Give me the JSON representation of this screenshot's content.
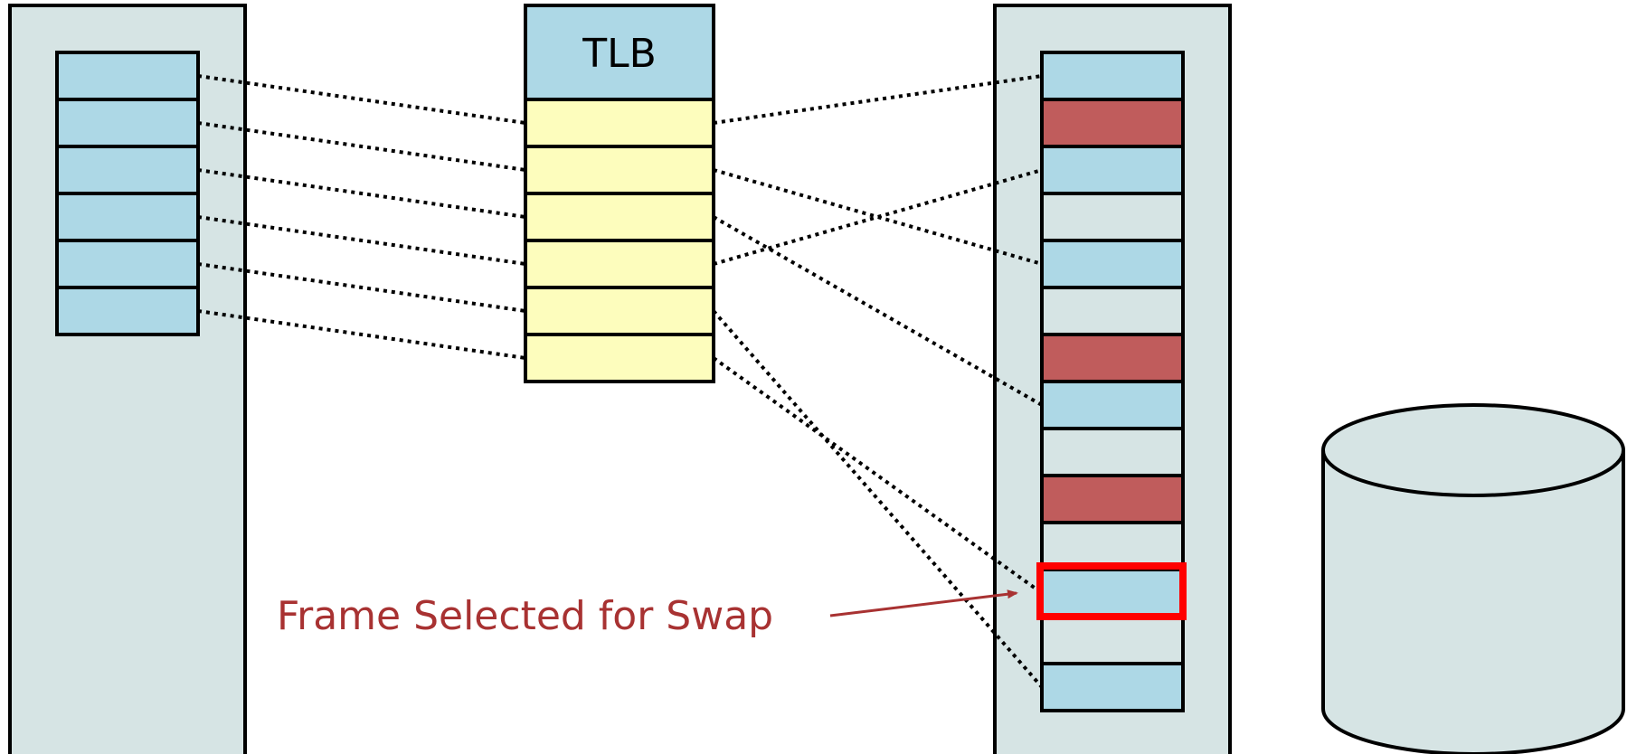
{
  "colors": {
    "panel": "#d6e4e4",
    "page_blue": "#add8e6",
    "tlb_entry": "#fdfdbd",
    "frame_used": "#c05c5c",
    "frame_free": "#d6e4e4",
    "highlight": "#ff0000",
    "callout": "#a83232"
  },
  "tlb": {
    "label": "TLB",
    "entries": 6
  },
  "virtual_pages": {
    "count": 6
  },
  "physical_frames": [
    "blue",
    "red",
    "blue",
    "empty",
    "blue",
    "empty",
    "red",
    "blue",
    "empty",
    "red",
    "empty",
    "selected",
    "empty",
    "blue"
  ],
  "callout": {
    "text": "Frame Selected for Swap"
  },
  "disk": {
    "icon": "disk-cylinder-icon"
  }
}
